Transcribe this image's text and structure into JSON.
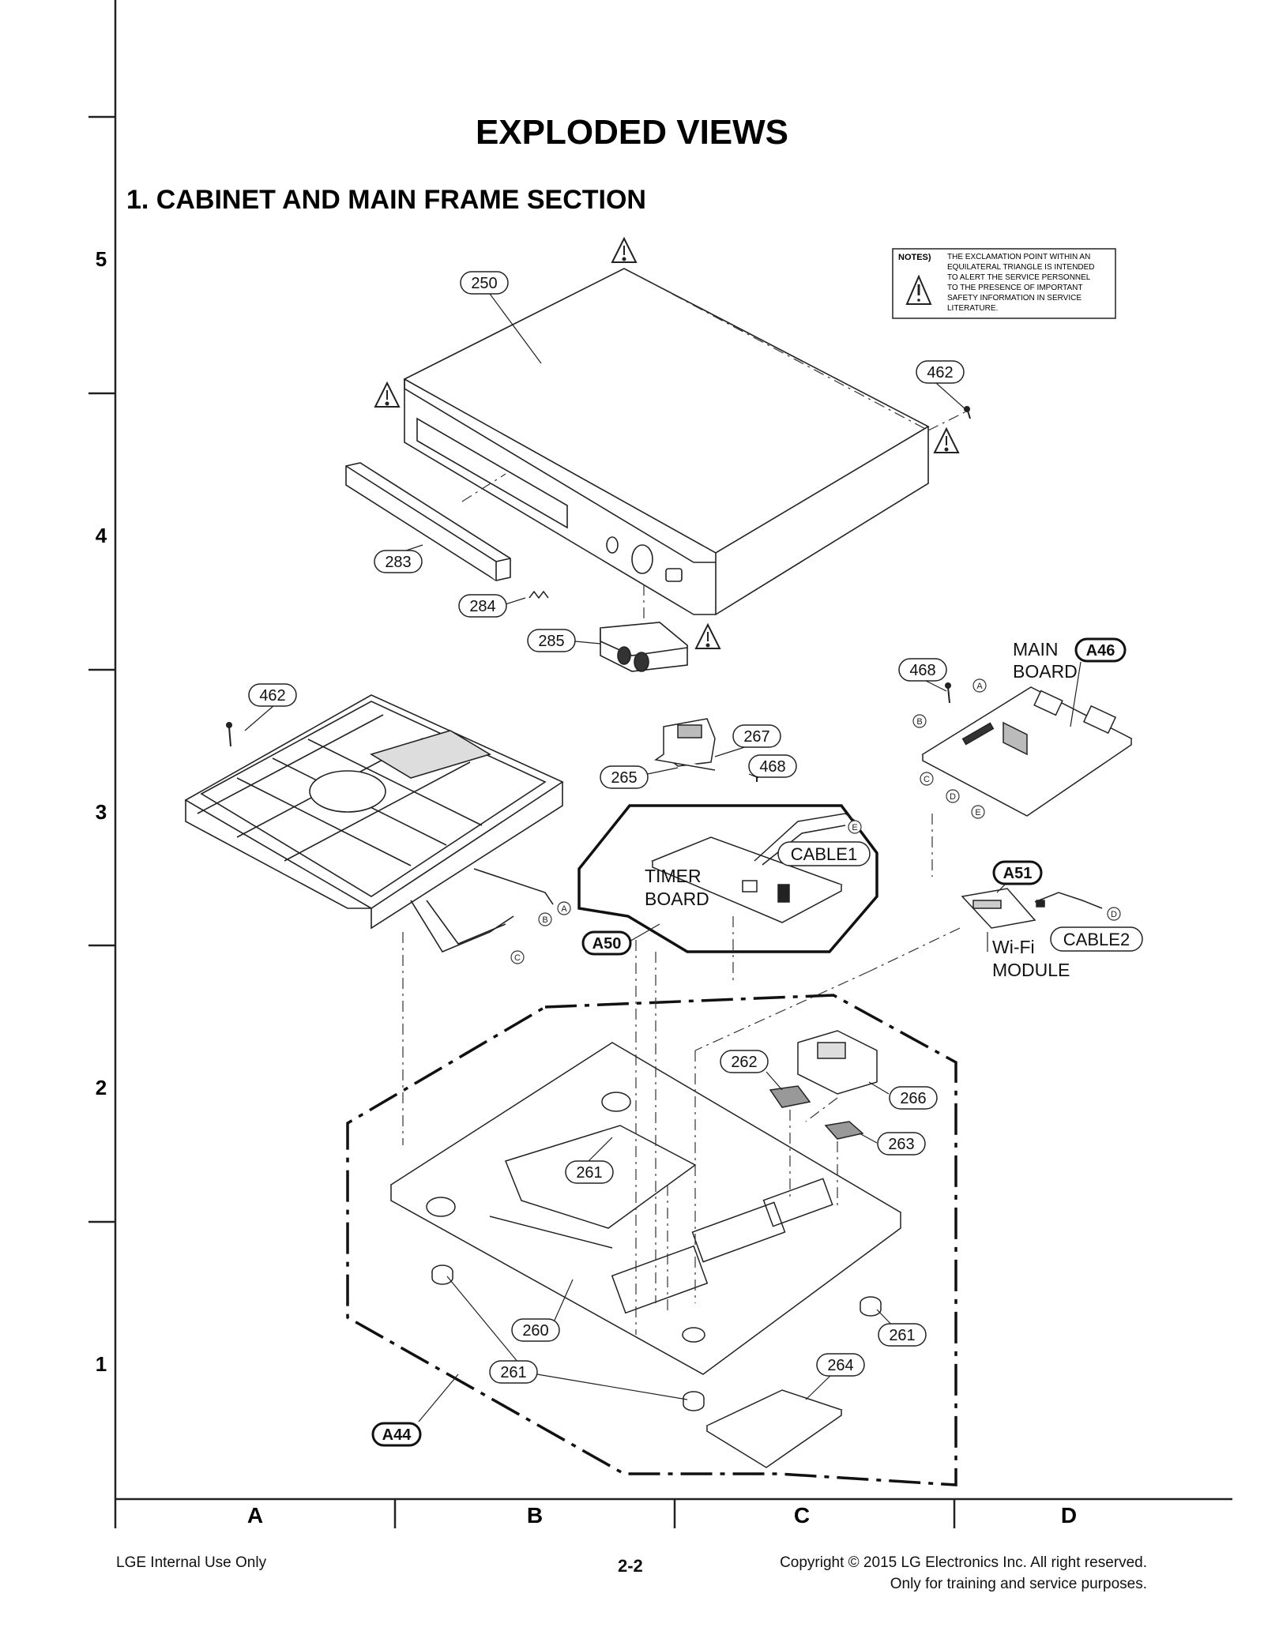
{
  "page_title": "EXPLODED VIEWS",
  "section_title": "1. CABINET AND MAIN FRAME SECTION",
  "notes": {
    "heading": "NOTES)",
    "lines": [
      "THE EXCLAMATION POINT WITHIN AN",
      "EQUILATERAL TRIANGLE IS INTENDED",
      "TO ALERT THE SERVICE PERSONNEL",
      "TO THE PRESENCE OF IMPORTANT",
      "SAFETY INFORMATION IN SERVICE",
      "LITERATURE."
    ]
  },
  "grid": {
    "rows": [
      "5",
      "4",
      "3",
      "2",
      "1"
    ],
    "columns": [
      "A",
      "B",
      "C",
      "D"
    ]
  },
  "parts": {
    "p250": "250",
    "p462a": "462",
    "p283": "283",
    "p284": "284",
    "p285": "285",
    "p462b": "462",
    "p468a": "468",
    "p265": "265",
    "p267": "267",
    "p468b": "468",
    "p262": "262",
    "p266": "266",
    "p263": "263",
    "p261a": "261",
    "p260": "260",
    "p261b": "261",
    "p261c": "261",
    "p264": "264"
  },
  "assemblies": {
    "a46": "A46",
    "a50": "A50",
    "a51": "A51",
    "a44": "A44"
  },
  "labels": {
    "main_board_1": "MAIN",
    "main_board_2": "BOARD",
    "timer_board_1": "TIMER",
    "timer_board_2": "BOARD",
    "wifi_1": "Wi-Fi",
    "wifi_2": "MODULE",
    "cable1": "CABLE1",
    "cable2": "CABLE2"
  },
  "connectors": {
    "a": "A",
    "b": "B",
    "c": "C",
    "d": "D",
    "e": "E"
  },
  "footer": {
    "left": "LGE Internal Use Only",
    "page": "2-2",
    "copyright_1": "Copyright © 2015 LG Electronics Inc. All right reserved.",
    "copyright_2": "Only for training and service purposes."
  }
}
